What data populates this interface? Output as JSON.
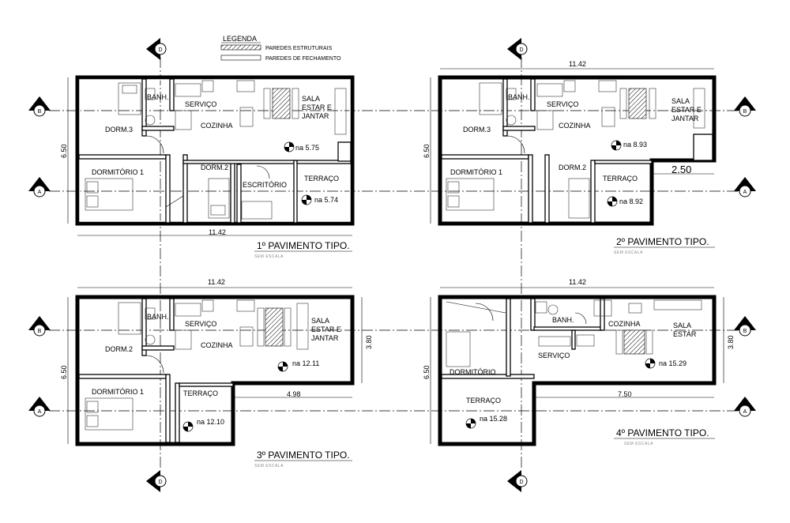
{
  "legend": {
    "title": "LEGENDA",
    "structural": "PAREDES ESTRUTURAIS",
    "closing": "PAREDES DE FECHAMENTO"
  },
  "axes": {
    "a": "A",
    "b": "B",
    "d": "D"
  },
  "scale_note": "SEM ESCALA",
  "floors": [
    {
      "title": "1º PAVIMENTO TIPO.",
      "dims": {
        "bottom": "11.42",
        "left": "6.50"
      },
      "rooms": [
        "BANH.",
        "SERVIÇO",
        "SALA",
        "ESTAR E",
        "JANTAR",
        "DORM.3",
        "COZINHA",
        "DORMITÓRIO 1",
        "DORM.2",
        "ESCRITÓRIO",
        "TERRAÇO"
      ],
      "levels": [
        "na 5.75",
        "na 5.74"
      ]
    },
    {
      "title": "2º PAVIMENTO TIPO.",
      "dims": {
        "top": "11.42",
        "left": "6.50",
        "right": "2.50"
      },
      "rooms": [
        "BANH.",
        "SERVIÇO",
        "SALA",
        "ESTAR E",
        "JANTAR",
        "DORM.3",
        "COZINHA",
        "DORMITÓRIO 1",
        "DORM.2",
        "TERRAÇO"
      ],
      "levels": [
        "na 8.93",
        "na 8.92"
      ]
    },
    {
      "title": "3º PAVIMENTO TIPO.",
      "dims": {
        "top": "11.42",
        "left": "6.50",
        "right": "3.80",
        "inner": "4.98"
      },
      "rooms": [
        "BANH.",
        "SERVIÇO",
        "SALA",
        "ESTAR E",
        "JANTAR",
        "DORM.2",
        "COZINHA",
        "DORMITÓRIO 1",
        "TERRAÇO"
      ],
      "levels": [
        "na 12.11",
        "na 12.10"
      ]
    },
    {
      "title": "4º PAVIMENTO TIPO.",
      "dims": {
        "top": "11.42",
        "left": "6.50",
        "right": "3.80",
        "inner": "7.50"
      },
      "rooms": [
        "BANH.",
        "COZINHA",
        "SALA",
        "ESTAR",
        "DORMITÓRIO",
        "SERVIÇO",
        "TERRAÇO"
      ],
      "levels": [
        "na 15.29",
        "na 15.28"
      ]
    }
  ]
}
